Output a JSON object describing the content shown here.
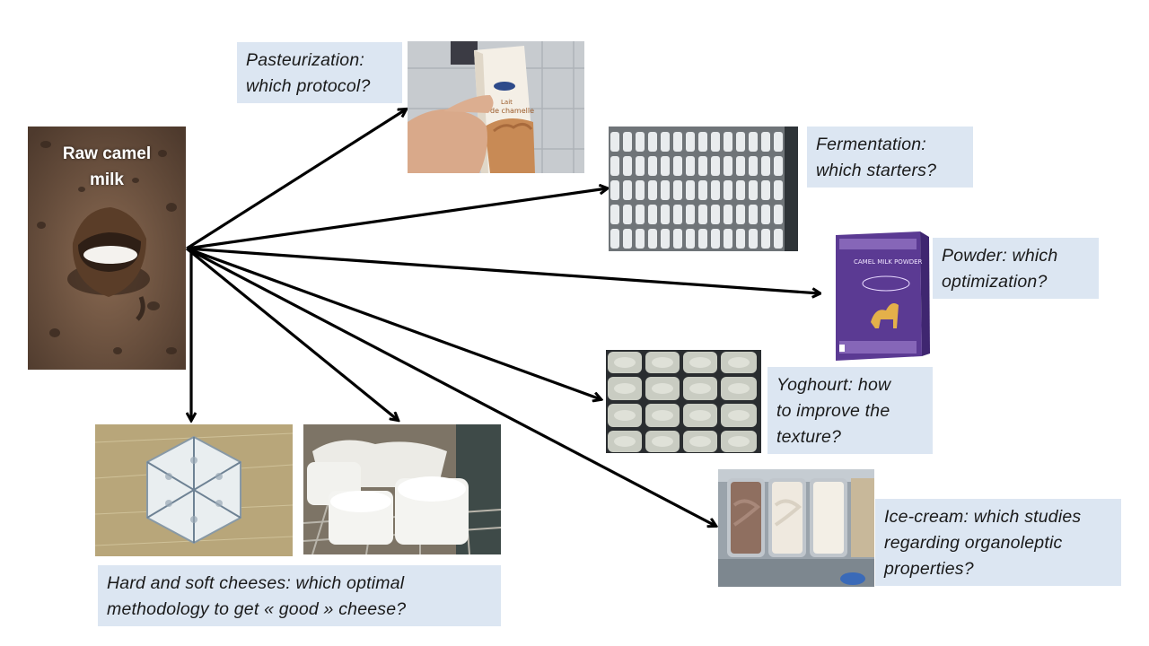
{
  "source": {
    "label": "Raw camel\nmilk",
    "image": "raw-camel-milk-photo"
  },
  "products": [
    {
      "id": "pasteurization",
      "question": "Pasteurization:\nwhich protocol?",
      "image": "milk-carton-photo"
    },
    {
      "id": "fermentation",
      "question": "Fermentation:\nwhich starters?",
      "image": "fermented-milk-bottles-photo"
    },
    {
      "id": "powder",
      "question": "Powder: which\noptimization?",
      "image": "camel-milk-powder-box-photo"
    },
    {
      "id": "yoghourt",
      "question": "Yoghourt: how\nto improve the\ntexture?",
      "image": "yoghourt-cups-photo"
    },
    {
      "id": "ice-cream",
      "question": "Ice-cream: which studies\nregarding organoleptic\nproperties?",
      "image": "ice-cream-tubs-photo"
    },
    {
      "id": "cheeses",
      "question": "Hard and soft cheeses: which optimal\nmethodology to get « good » cheese?",
      "image": "cheese-photos"
    }
  ],
  "colors": {
    "label_bg": "#dce6f2",
    "arrow": "#000000"
  }
}
